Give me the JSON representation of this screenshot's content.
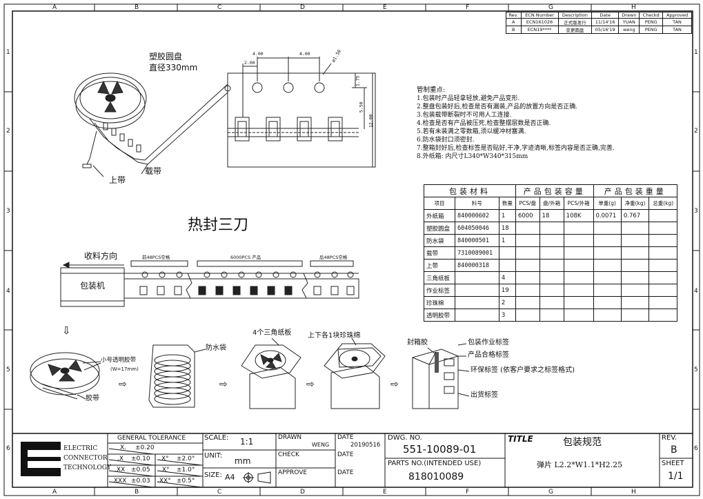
{
  "frame": {
    "col_letters": [
      "A",
      "B",
      "C",
      "D",
      "E",
      "F",
      "G",
      "H"
    ],
    "row_numbers": [
      "1",
      "2",
      "3",
      "4",
      "5",
      "6"
    ]
  },
  "revision_table": {
    "headers": [
      "Rev.",
      "ECN Number",
      "Description",
      "Date",
      "Drawn",
      "Checkd",
      "Approved"
    ],
    "rows": [
      [
        "A",
        "ECN161026",
        "正式版发行",
        "11/14'16",
        "YUAN",
        "PENG",
        "TAN"
      ],
      [
        "B",
        "ECN19****",
        "变更圆盘",
        "05/16'19",
        "weng",
        "PENG",
        "TAN"
      ]
    ]
  },
  "reel_diagram": {
    "reel_label_1": "塑胶圆盘",
    "reel_label_2": "直径330mm",
    "top_tape_label": "上带",
    "carrier_tape_label": "载带"
  },
  "tape_dims": {
    "d1": "4.00",
    "d2": "2.00",
    "d3": "4.00",
    "d4": "ø1.50",
    "d5": "1.75",
    "d6": "5.50",
    "d7": "12.00"
  },
  "notes": {
    "title": "管制重点:",
    "items": [
      "1.包装时产品轻拿轻放,避免产品变形.",
      "2.整盘包装好后,检查是否有漏装,产品的放置方向是否正确.",
      "3.包装载带断裂时不可用人工连接.",
      "4.检查是否有产品被压死,检查整摆层数是否正确.",
      "5.若有未装满之零数箱,须以缓冲材塞满.",
      "6.防水袋封口须密封.",
      "7.整箱封好后,检查标签是否贴好,干净,字迹清晰,标签内容是否正确,完善.",
      "8.外纸箱: 内尺寸L340*W340*315mm"
    ]
  },
  "packaging_table": {
    "group_headers": [
      "包装材料",
      "产品包装容量",
      "产品包装重量"
    ],
    "col_headers": [
      "项目",
      "料号",
      "数量",
      "PCS/盘",
      "盘/外箱",
      "PCS/外箱",
      "单重(g)",
      "净重(kg)",
      "总重(kg)"
    ],
    "rows": [
      [
        "外纸箱",
        "840000602",
        "1",
        "6000",
        "18",
        "108K",
        "0.0071",
        "0.767",
        ""
      ],
      [
        "塑胶圆盘",
        "604050046",
        "18",
        "",
        "",
        "",
        "",
        "",
        ""
      ],
      [
        "防水袋",
        "840000501",
        "1",
        "",
        "",
        "",
        "",
        "",
        ""
      ],
      [
        "载带",
        "7310089001",
        "",
        "",
        "",
        "",
        "",
        "",
        ""
      ],
      [
        "上带",
        "840000318",
        "",
        "",
        "",
        "",
        "",
        "",
        ""
      ],
      [
        "三角纸板",
        "",
        "4",
        "",
        "",
        "",
        "",
        "",
        ""
      ],
      [
        "作业标签",
        "",
        "19",
        "",
        "",
        "",
        "",
        "",
        ""
      ],
      [
        "珍珠棉",
        "",
        "2",
        "",
        "",
        "",
        "",
        "",
        ""
      ],
      [
        "透明胶带",
        "",
        "3",
        "",
        "",
        "",
        "",
        "",
        ""
      ]
    ]
  },
  "heat_seal": {
    "title": "热封三刀",
    "feed_direction": "收料方向",
    "machine_label": "包装机",
    "front_empty": "前48PCS空格",
    "product": "6000PCS 产品",
    "rear_empty": "后48PCS空格"
  },
  "steps": {
    "arrow_glyph": "⇩",
    "step_arrow": "⇨",
    "small_tape_1": "小号透明胶带",
    "small_tape_2": "(W=17mm)",
    "tape_label": "胶带",
    "waterproof_bag": "防水袋",
    "triangle_boards": "4个三角纸板",
    "pearl_cotton": "上下各1块珍珠绵",
    "seal_tape": "封箱胶",
    "label_work": "包装作业标签",
    "label_qc": "产品合格标签",
    "label_env": "环保标签 (依客户要求之标签格式)",
    "label_ship": "出货标签"
  },
  "title_block": {
    "company_1": "ELECTRIC",
    "company_2": "CONNECTOR",
    "company_3": "TECHNOLOGY",
    "tol_title": "GENERAL TOLERANCE",
    "tol_x": "X.",
    "tol_x_val": "±0.20",
    "tol_xx": ".X",
    "tol_xx_val": "±0.10",
    "tol_xxx": ".XX",
    "tol_xxx_val": "±0.05",
    "tol_xxxx": ".XXX",
    "tol_xxxx_val": "±0.03",
    "ang_1": "X°",
    "ang_1_val": "±2.0°",
    "ang_2": ".X°",
    "ang_2_val": "±1.0°",
    "ang_3": ".XX°",
    "ang_3_val": "±0.5°",
    "scale_label": "SCALE:",
    "scale_val": "1:1",
    "unit_label": "UNIT:",
    "unit_val": "mm",
    "size_label": "SIZE:",
    "size_val": "A4",
    "drawn_label": "DRAWN",
    "drawn_by": "WENG",
    "check_label": "CHECK",
    "approve_label": "APPROVE",
    "date_label": "DATE",
    "date_val": "20190516",
    "dwg_label": "DWG. NO.",
    "dwg_val": "551-10089-01",
    "parts_label": "PARTS NO.(INTENDED USE)",
    "parts_val": "818010089",
    "title_label": "TITLE",
    "title_val": "包装规范",
    "subtitle_val": "弹片 L2.2*W1.1*H2.25",
    "rev_label": "REV.",
    "rev_val": "B",
    "sheet_label": "SHEET",
    "sheet_val": "1/1"
  }
}
